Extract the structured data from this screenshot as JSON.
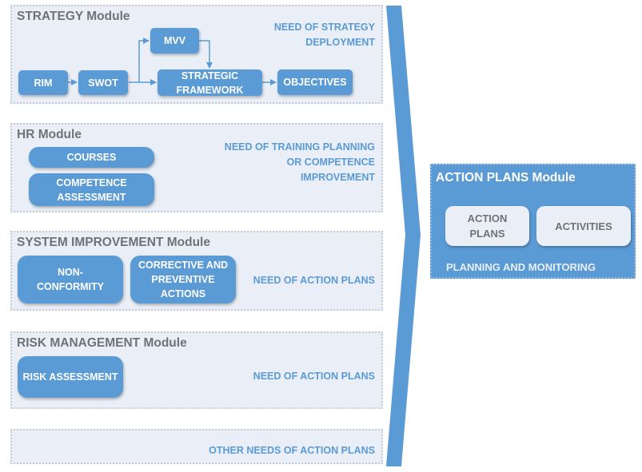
{
  "strategy": {
    "title": "STRATEGY Module",
    "need": "NEED OF STRATEGY\nDEPLOYMENT",
    "nodes": {
      "rim": "RIM",
      "swot": "SWOT",
      "mvv": "MVV",
      "framework": "STRATEGIC\nFRAMEWORK",
      "objectives": "OBJECTIVES"
    }
  },
  "hr": {
    "title": "HR Module",
    "need": "NEED OF TRAINING PLANNING\nOR COMPETENCE\nIMPROVEMENT",
    "nodes": {
      "courses": "COURSES",
      "competence": "COMPETENCE\nASSESSMENT"
    }
  },
  "system": {
    "title": "SYSTEM IMPROVEMENT Module",
    "need": "NEED OF ACTION PLANS",
    "nodes": {
      "nonconformity": "NON-\nCONFORMITY",
      "corrective": "CORRECTIVE AND\nPREVENTIVE\nACTIONS"
    }
  },
  "risk": {
    "title": "RISK MANAGEMENT Module",
    "need": "NEED OF ACTION PLANS",
    "nodes": {
      "assessment": "RISK ASSESSMENT"
    }
  },
  "other": {
    "need": "OTHER NEEDS OF ACTION PLANS"
  },
  "action_plans": {
    "title": "ACTION PLANS Module",
    "plans": "ACTION\nPLANS",
    "activities": "ACTIVITIES",
    "footer": "PLANNING AND MONITORING"
  },
  "colors": {
    "accent": "#5b9bd5",
    "panel": "#e9eef7",
    "title_text": "#6f7378"
  }
}
